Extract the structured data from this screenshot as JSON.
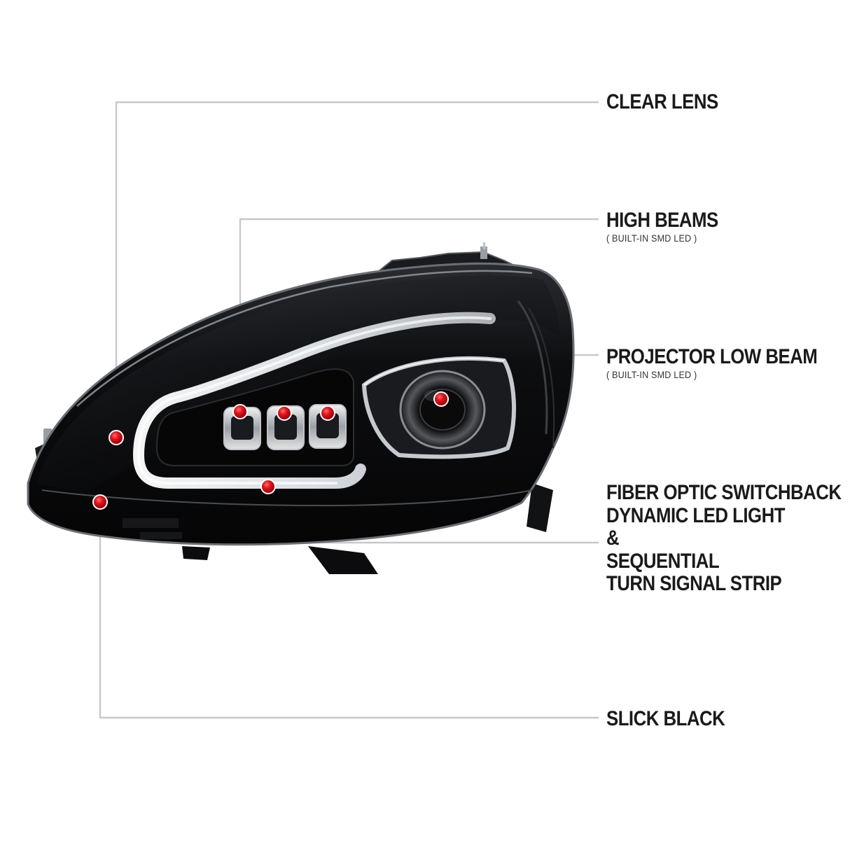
{
  "callouts": {
    "clear_lens": {
      "title": "CLEAR LENS"
    },
    "high_beams": {
      "title": "HIGH BEAMS",
      "subtitle": "( BUILT-IN SMD LED )"
    },
    "projector_low_beam": {
      "title": "PROJECTOR LOW BEAM",
      "subtitle": "( BUILT-IN SMD LED )"
    },
    "fiber_optic": {
      "lines": [
        "FIBER OPTIC SWITCHBACK",
        "DYNAMIC LED LIGHT",
        "&",
        "SEQUENTIAL",
        "TURN SIGNAL STRIP"
      ]
    },
    "slick_black": {
      "title": "SLICK BLACK"
    }
  },
  "colors": {
    "marker": "#e0141c",
    "leader_line": "#c8c8c8",
    "housing": "#0b0b0d"
  }
}
